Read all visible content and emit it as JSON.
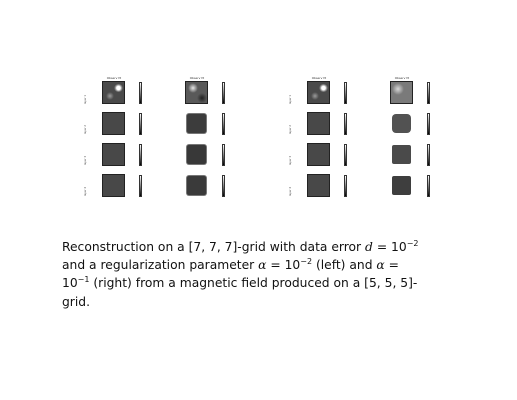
{
  "figure": {
    "left_panel": {
      "columns": [
        "Observ fd",
        "Observ fd"
      ],
      "rows": [
        "layer 1",
        "layer 2",
        "layer 3",
        "layer 4"
      ]
    },
    "right_panel": {
      "columns": [
        "Observ fd",
        "Observ fd"
      ],
      "rows": [
        "layer 1",
        "layer 2",
        "layer 3",
        "layer 4"
      ]
    },
    "colors": {
      "background": "#ffffff",
      "dark_field": "#444444",
      "light_field": "#f0f0f0"
    }
  },
  "caption": {
    "line1_a": "Reconstruction on a [7, 7, 7]-grid with data error ",
    "line1_var": "d",
    "line1_b": " = 10",
    "line1_exp": "−2",
    "line2_a": "and a regularization parameter ",
    "line2_var": "α",
    "line2_b": " = 10",
    "line2_exp": "−2",
    "line2_c": " (left) and ",
    "line2_var2": "α",
    "line2_d": " =",
    "line3_a": "10",
    "line3_exp": "−1",
    "line3_b": " (right) from a magnetic field produced on a [5, 5, 5]-",
    "line4": "grid."
  }
}
